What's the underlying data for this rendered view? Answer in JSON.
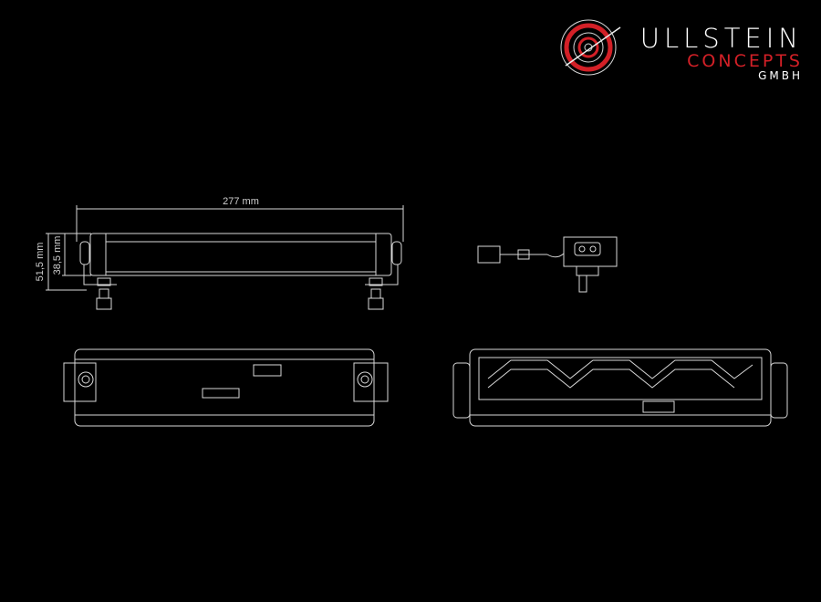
{
  "logo": {
    "line1": "ULLSTEIN",
    "line2": "CONCEPTS",
    "line3": "GMBH",
    "accent_color": "#d32027"
  },
  "dimensions": {
    "width": "277 mm",
    "height_total": "51,5 mm",
    "height_body": "38,5 mm"
  }
}
